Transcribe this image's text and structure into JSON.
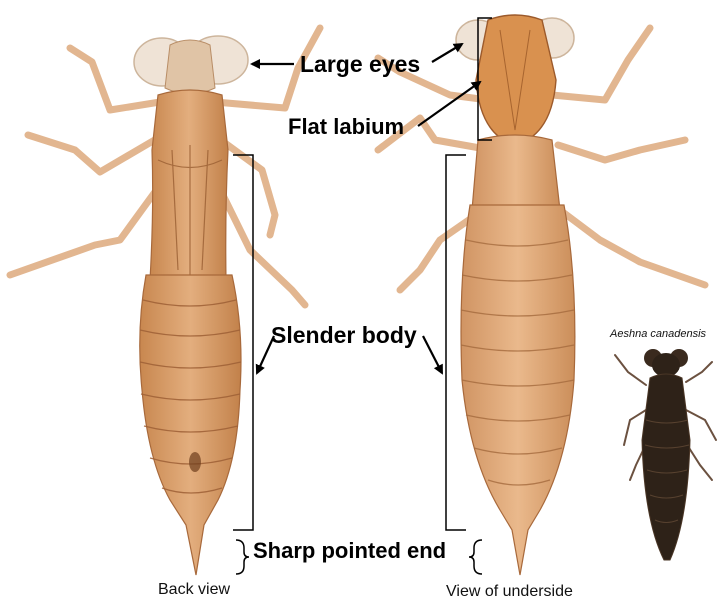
{
  "labels": {
    "large_eyes": "Large eyes",
    "flat_labium": "Flat labium",
    "slender_body": "Slender body",
    "sharp_pointed_end": "Sharp pointed end"
  },
  "captions": {
    "back_view": "Back view",
    "underside_view": "View of underside"
  },
  "inset": {
    "species_name": "Aeshna canadensis"
  },
  "colors": {
    "exuvia_fill": "#d9a273",
    "exuvia_edge": "#a8693b",
    "leg": "#e0b48e",
    "eye": "#efe3d6",
    "inset_body": "#2e2218",
    "annotation": "#000000"
  }
}
